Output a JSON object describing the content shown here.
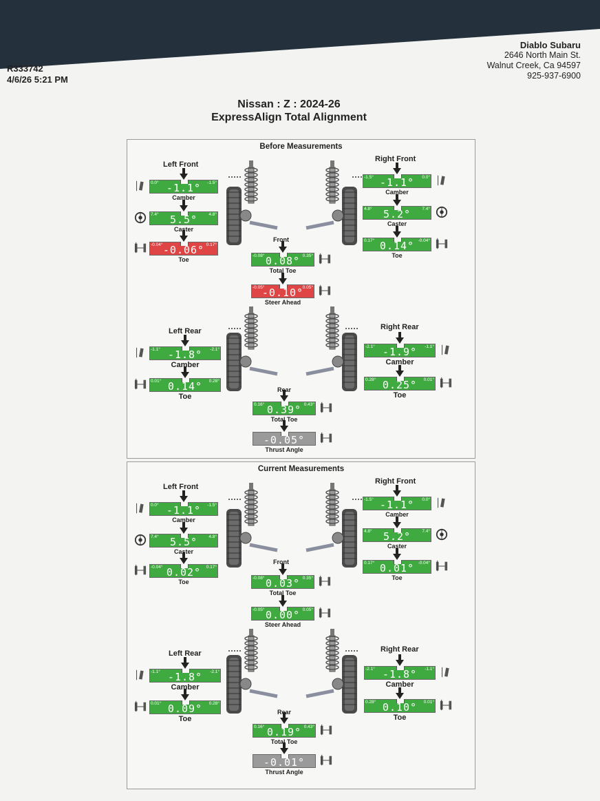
{
  "header": {
    "ro_number": "R333742",
    "datetime": "4/6/26 5:21 PM",
    "shop_name": "Diablo Subaru",
    "address1": "2646 North Main St.",
    "address2": "Walnut Creek, Ca 94597",
    "phone": "925-937-6900"
  },
  "title": {
    "vehicle": "Nissan : Z : 2024-26",
    "service": "ExpressAlign Total Alignment"
  },
  "colors": {
    "in_spec": "#3faa3f",
    "out_spec": "#e04545",
    "neutral": "#9a9a9a"
  },
  "before": {
    "title": "Before Measurements",
    "labels": {
      "left_front": "Left Front",
      "right_front": "Right Front",
      "left_rear": "Left Rear",
      "right_rear": "Right Rear",
      "front": "Front",
      "rear": "Rear"
    },
    "lf_camber": {
      "value": "-1.1°",
      "min": "0.0°",
      "max": "-1.5°",
      "caption": "Camber",
      "status": "green"
    },
    "lf_caster": {
      "value": "5.5°",
      "min": "7.4°",
      "max": "4.8°",
      "caption": "Caster",
      "status": "green"
    },
    "lf_toe": {
      "value": "-0.06°",
      "min": "-0.04°",
      "max": "0.17°",
      "caption": "Toe",
      "status": "red"
    },
    "rf_camber": {
      "value": "-1.1°",
      "min": "-1.5°",
      "max": "0.0°",
      "caption": "Camber",
      "status": "green"
    },
    "rf_caster": {
      "value": "5.2°",
      "min": "4.8°",
      "max": "7.4°",
      "caption": "Caster",
      "status": "green"
    },
    "rf_toe": {
      "value": "0.14°",
      "min": "0.17°",
      "max": "-0.04°",
      "caption": "Toe",
      "status": "green"
    },
    "front_total_toe": {
      "value": "0.08°",
      "min": "-0.08°",
      "max": "0.35°",
      "caption": "Total Toe",
      "status": "green"
    },
    "steer_ahead": {
      "value": "-0.10°",
      "min": "-0.05°",
      "max": "0.05°",
      "caption": "Steer Ahead",
      "status": "red"
    },
    "lr_camber": {
      "value": "-1.8°",
      "min": "-1.1°",
      "max": "-2.1°",
      "caption": "Camber",
      "status": "green"
    },
    "lr_toe": {
      "value": "0.14°",
      "min": "0.01°",
      "max": "0.28°",
      "caption": "Toe",
      "status": "green"
    },
    "rr_camber": {
      "value": "-1.9°",
      "min": "-2.1°",
      "max": "-1.1°",
      "caption": "Camber",
      "status": "green"
    },
    "rr_toe": {
      "value": "0.25°",
      "min": "0.28°",
      "max": "0.01°",
      "caption": "Toe",
      "status": "green"
    },
    "rear_total_toe": {
      "value": "0.39°",
      "min": "0.16°",
      "max": "0.43°",
      "caption": "Total Toe",
      "status": "green"
    },
    "thrust_angle": {
      "value": "-0.05°",
      "min": "",
      "max": "",
      "caption": "Thrust Angle",
      "status": "gray"
    }
  },
  "current": {
    "title": "Current Measurements",
    "labels": {
      "left_front": "Left Front",
      "right_front": "Right Front",
      "left_rear": "Left Rear",
      "right_rear": "Right Rear",
      "front": "Front",
      "rear": "Rear"
    },
    "lf_camber": {
      "value": "-1.1°",
      "min": "0.0°",
      "max": "-1.5°",
      "caption": "Camber",
      "status": "green"
    },
    "lf_caster": {
      "value": "5.5°",
      "min": "7.4°",
      "max": "4.8°",
      "caption": "Caster",
      "status": "green"
    },
    "lf_toe": {
      "value": "0.02°",
      "min": "-0.04°",
      "max": "0.17°",
      "caption": "Toe",
      "status": "green"
    },
    "rf_camber": {
      "value": "-1.1°",
      "min": "-1.5°",
      "max": "0.0°",
      "caption": "Camber",
      "status": "green"
    },
    "rf_caster": {
      "value": "5.2°",
      "min": "4.8°",
      "max": "7.4°",
      "caption": "Caster",
      "status": "green"
    },
    "rf_toe": {
      "value": "0.01°",
      "min": "0.17°",
      "max": "-0.04°",
      "caption": "Toe",
      "status": "green"
    },
    "front_total_toe": {
      "value": "0.03°",
      "min": "-0.08°",
      "max": "0.35°",
      "caption": "Total Toe",
      "status": "green"
    },
    "steer_ahead": {
      "value": "0.00°",
      "min": "-0.05°",
      "max": "0.05°",
      "caption": "Steer Ahead",
      "status": "green"
    },
    "lr_camber": {
      "value": "-1.8°",
      "min": "-1.1°",
      "max": "-2.1°",
      "caption": "Camber",
      "status": "green"
    },
    "lr_toe": {
      "value": "0.09°",
      "min": "0.01°",
      "max": "0.28°",
      "caption": "Toe",
      "status": "green"
    },
    "rr_camber": {
      "value": "-1.8°",
      "min": "-2.1°",
      "max": "-1.1°",
      "caption": "Camber",
      "status": "green"
    },
    "rr_toe": {
      "value": "0.10°",
      "min": "0.28°",
      "max": "0.01°",
      "caption": "Toe",
      "status": "green"
    },
    "rear_total_toe": {
      "value": "0.19°",
      "min": "0.16°",
      "max": "0.43°",
      "caption": "Total Toe",
      "status": "green"
    },
    "thrust_angle": {
      "value": "-0.01°",
      "min": "",
      "max": "",
      "caption": "Thrust Angle",
      "status": "gray"
    }
  }
}
